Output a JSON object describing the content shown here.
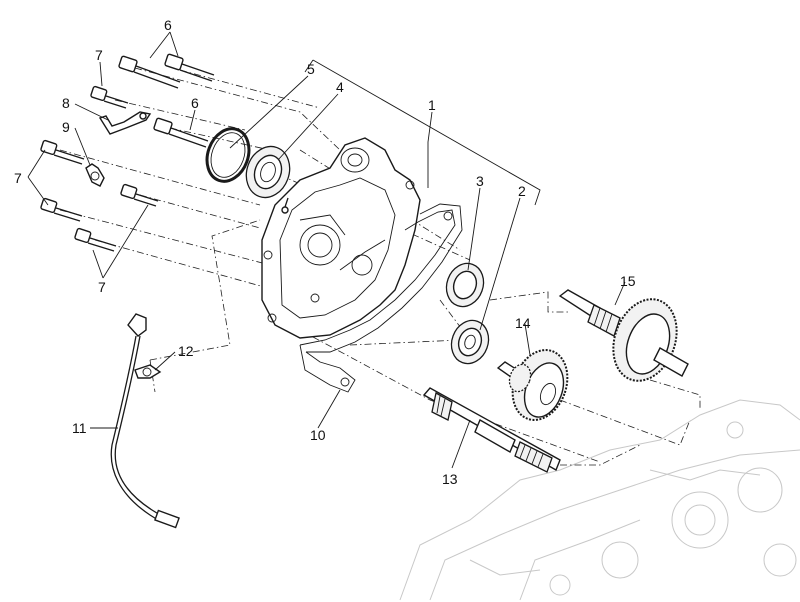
{
  "callouts": [
    {
      "id": "c1",
      "text": "1"
    },
    {
      "id": "c2",
      "text": "2"
    },
    {
      "id": "c3",
      "text": "3"
    },
    {
      "id": "c4",
      "text": "4"
    },
    {
      "id": "c5",
      "text": "5"
    },
    {
      "id": "c6a",
      "text": "6"
    },
    {
      "id": "c6b",
      "text": "6"
    },
    {
      "id": "c7a",
      "text": "7"
    },
    {
      "id": "c7b",
      "text": "7"
    },
    {
      "id": "c7c",
      "text": "7"
    },
    {
      "id": "c8",
      "text": "8"
    },
    {
      "id": "c9",
      "text": "9"
    },
    {
      "id": "c10",
      "text": "10"
    },
    {
      "id": "c11",
      "text": "11"
    },
    {
      "id": "c12",
      "text": "12"
    },
    {
      "id": "c13",
      "text": "13"
    },
    {
      "id": "c14",
      "text": "14"
    },
    {
      "id": "c15",
      "text": "15"
    }
  ],
  "colors": {
    "line": "#1a1a1a",
    "ghost": "#c8c8c8",
    "background": "#ffffff"
  }
}
